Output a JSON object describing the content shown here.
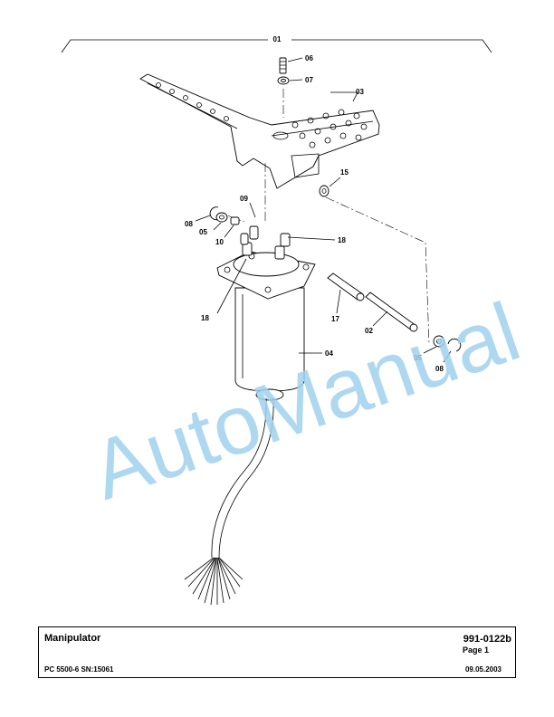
{
  "labels": {
    "assembly": "01",
    "pin": "02",
    "pedal": "03",
    "housing": "04",
    "washer_left": "05",
    "washer_right": "05",
    "screw": "06",
    "nut": "07",
    "clip_left": "08",
    "clip_right": "08",
    "bracket": "09",
    "bushing": "10",
    "roller": "15",
    "sleeve": "17",
    "stud_right": "18",
    "stud_left": "18"
  },
  "watermark": "AutoManual",
  "title_block": {
    "title": "Manipulator",
    "drawing_number": "991-0122b",
    "page": "Page 1",
    "model": "PC 5500-6 SN:15061",
    "date": "09.05.2003"
  }
}
